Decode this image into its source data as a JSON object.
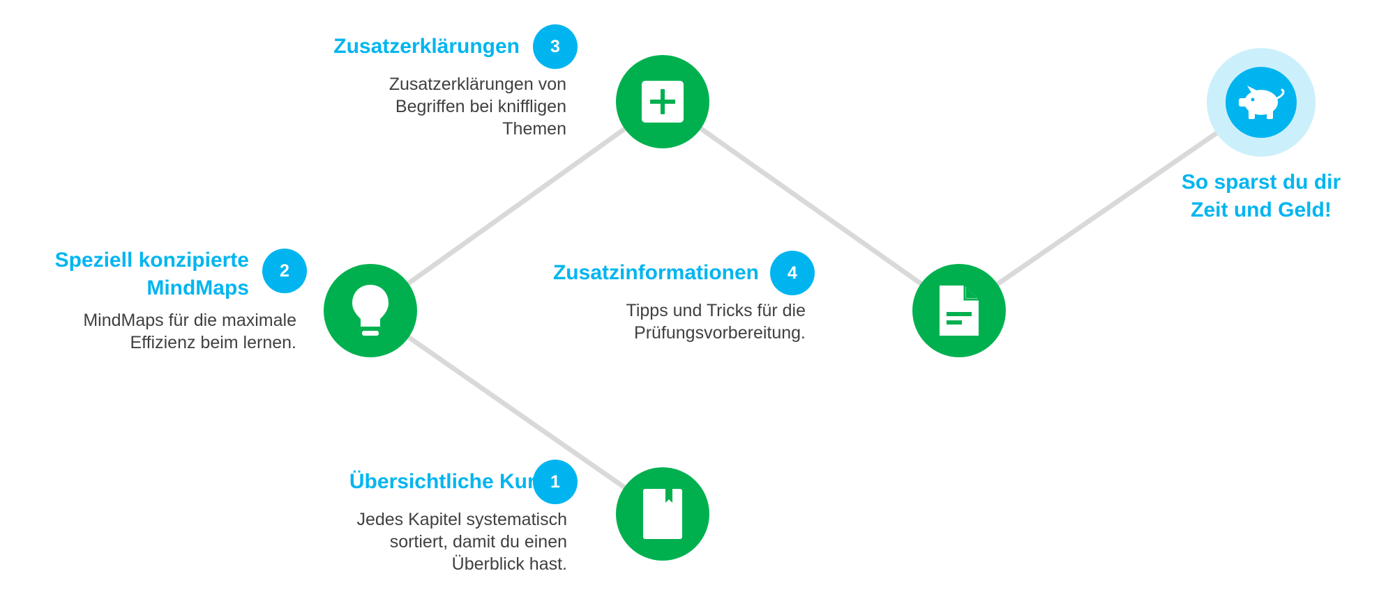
{
  "colors": {
    "node_green": "#00b04f",
    "accent_blue": "#00b5ef",
    "halo_light_blue": "#ccf0fb",
    "connector_gray": "#d9d9d9",
    "text_dark": "#404040"
  },
  "steps": [
    {
      "number": "1",
      "title": "Übersichtliche Kurse",
      "description": [
        "Jedes Kapitel systematisch",
        "sortiert, damit du einen",
        "Überblick hast."
      ],
      "icon": "book-icon"
    },
    {
      "number": "2",
      "title": [
        "Speziell konzipierte",
        "MindMaps"
      ],
      "description": [
        "MindMaps für die maximale",
        "Effizienz beim lernen."
      ],
      "icon": "lightbulb-icon"
    },
    {
      "number": "3",
      "title": "Zusatzerklärungen",
      "description": [
        "Zusatzerklärungen von",
        "Begriffen bei kniffligen",
        "Themen"
      ],
      "icon": "plus-square-icon"
    },
    {
      "number": "4",
      "title": "Zusatzinformationen",
      "description": [
        "Tipps und Tricks für die",
        "Prüfungsvorbereitung."
      ],
      "icon": "document-icon"
    }
  ],
  "goal": {
    "title": [
      "So sparst du dir",
      "Zeit und Geld!"
    ],
    "icon": "piggy-bank-icon"
  }
}
